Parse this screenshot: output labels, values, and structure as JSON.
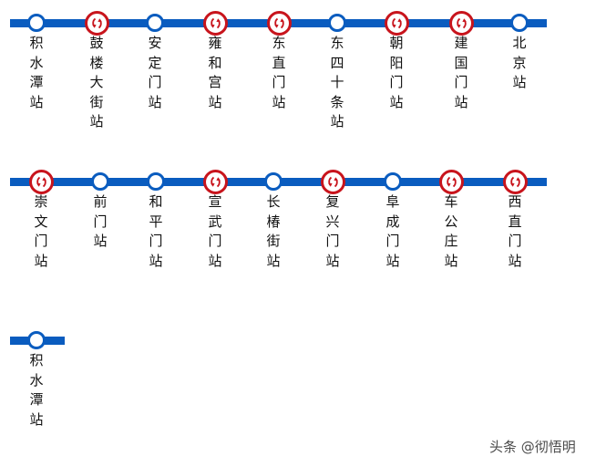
{
  "colors": {
    "line": "#0a5cbf",
    "transfer": "#c8141c",
    "text": "#111111"
  },
  "legend_icons": {
    "normal": "station-circle-icon",
    "transfer": "interchange-arrows-icon"
  },
  "rows": [
    {
      "stations": [
        {
          "name": "积水潭站",
          "transfer": false
        },
        {
          "name": "鼓楼大街站",
          "transfer": true
        },
        {
          "name": "安定门站",
          "transfer": false
        },
        {
          "name": "雍和宫站",
          "transfer": true
        },
        {
          "name": "东直门站",
          "transfer": true
        },
        {
          "name": "东四十条站",
          "transfer": false
        },
        {
          "name": "朝阳门站",
          "transfer": true
        },
        {
          "name": "建国门站",
          "transfer": true
        },
        {
          "name": "北京站",
          "transfer": false
        }
      ]
    },
    {
      "stations": [
        {
          "name": "崇文门站",
          "transfer": true
        },
        {
          "name": "前门站",
          "transfer": false
        },
        {
          "name": "和平门站",
          "transfer": false
        },
        {
          "name": "宣武门站",
          "transfer": true
        },
        {
          "name": "长椿街站",
          "transfer": false
        },
        {
          "name": "复兴门站",
          "transfer": true
        },
        {
          "name": "阜成门站",
          "transfer": false
        },
        {
          "name": "车公庄站",
          "transfer": true
        },
        {
          "name": "西直门站",
          "transfer": true
        }
      ]
    },
    {
      "stations": [
        {
          "name": "积水潭站",
          "transfer": false
        }
      ]
    }
  ],
  "watermark": "头条 @彻悟明"
}
